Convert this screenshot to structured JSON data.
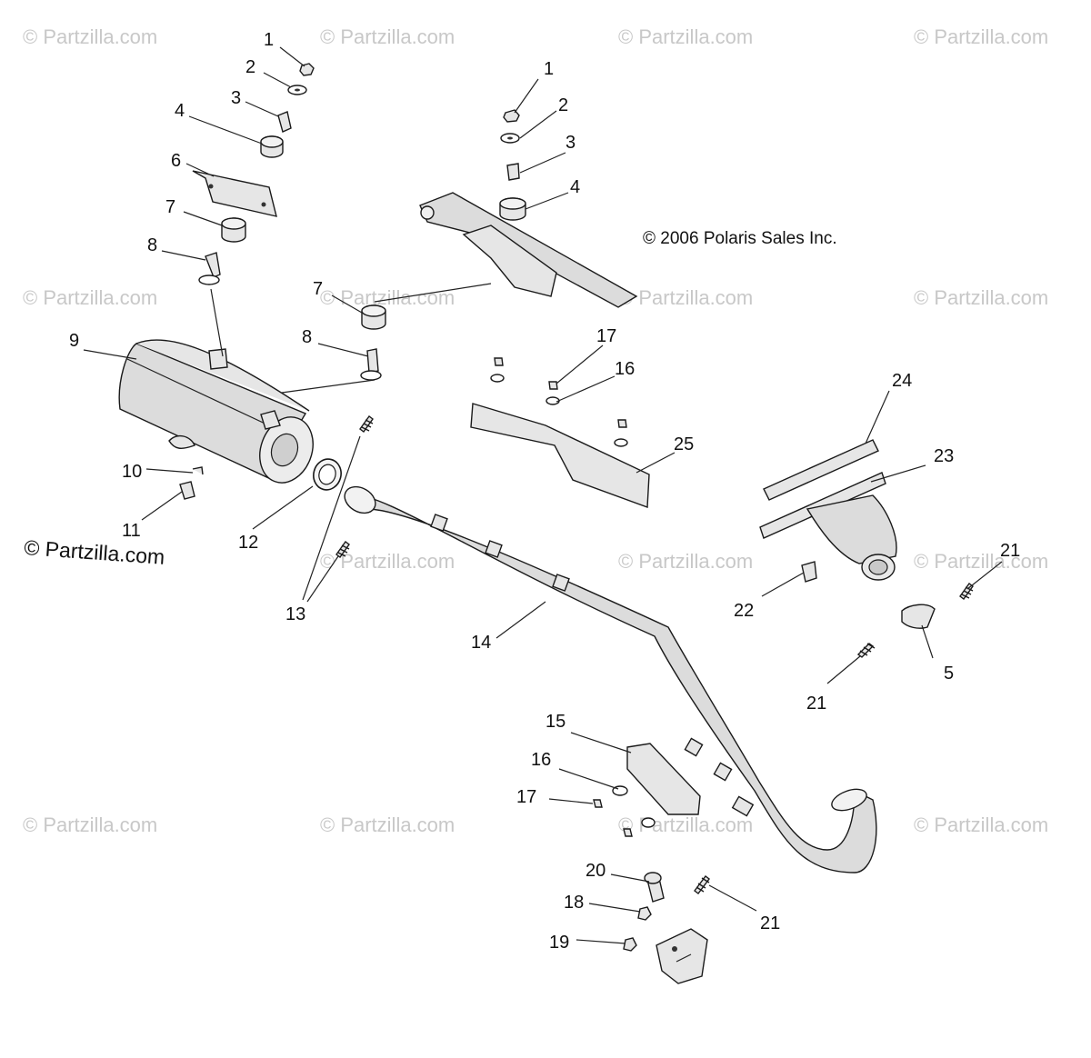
{
  "copyright_notice": "© 2006 Polaris Sales Inc.",
  "brand_label": "© Partzilla.com",
  "watermark_text": "© Partzilla.com",
  "callouts": {
    "c1a": "1",
    "c2a": "2",
    "c3a": "3",
    "c4a": "4",
    "c6": "6",
    "c7a": "7",
    "c8a": "8",
    "c1b": "1",
    "c2b": "2",
    "c3b": "3",
    "c4b": "4",
    "c7b": "7",
    "c8b": "8",
    "c9": "9",
    "c10": "10",
    "c11": "11",
    "c12": "12",
    "c13": "13",
    "c14": "14",
    "c15": "15",
    "c16a": "16",
    "c17a": "17",
    "c16b": "16",
    "c17b": "17",
    "c18": "18",
    "c19": "19",
    "c20": "20",
    "c21a": "21",
    "c21b": "21",
    "c21c": "21",
    "c22": "22",
    "c23": "23",
    "c24": "24",
    "c25": "25",
    "c5": "5"
  }
}
